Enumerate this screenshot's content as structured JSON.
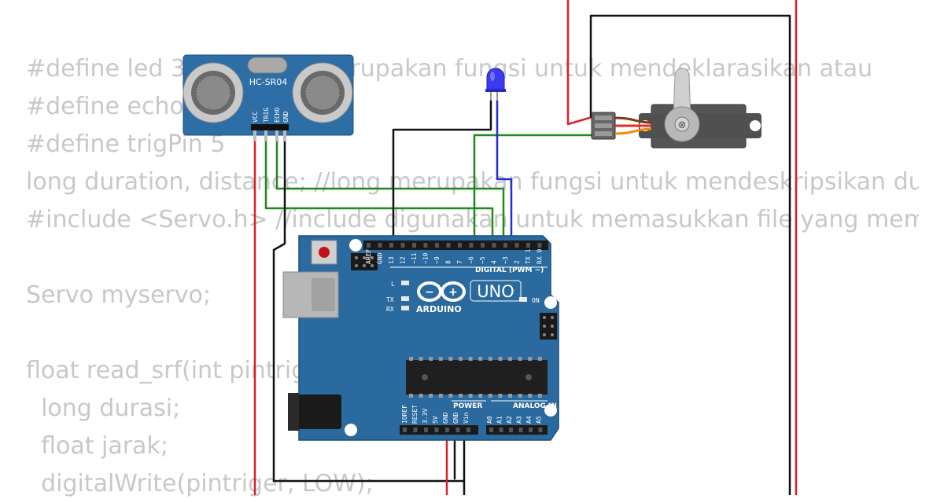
{
  "code_lines": [
    "#define led 3    //define merupakan fungsi untuk mendeklarasikan atau",
    "#define echo",
    "#define trigPin 5",
    "long duration, distance; //long merupakan fungsi untuk mendeskripsikan durasi",
    "#include <Servo.h> //include digunakan untuk memasukkan file yang memuat",
    "",
    "Servo myservo;",
    "",
    "float read_srf(int pintriger",
    "  long durasi;",
    "  float jarak;",
    "  digitalWrite(pintriger, LOW);"
  ],
  "sensor": {
    "label": "HC-SR04",
    "pins": [
      "VCC",
      "TRIG",
      "ECHO",
      "GND"
    ]
  },
  "arduino": {
    "logo_text": "UNO",
    "brand": "ARDUINO",
    "digital_label": "DIGITAL (PWM ~)",
    "digital_pins": [
      "AREF",
      "GND",
      "13",
      "12",
      "~11",
      "~10",
      "~9",
      "8",
      "7",
      "~6",
      "~5",
      "4",
      "~3",
      "2",
      "TX 1",
      "RX 0"
    ],
    "led_labels": [
      "L",
      "TX",
      "RX",
      "ON"
    ],
    "power_label": "POWER",
    "analog_label": "ANALOG IN",
    "power_pins": [
      "IOREF",
      "RESET",
      "3.3V",
      "5V",
      "GND",
      "GND",
      "Vin"
    ],
    "analog_pins": [
      "A0",
      "A1",
      "A2",
      "A3",
      "A4",
      "A5"
    ]
  },
  "colors": {
    "board": "#2b6a9e",
    "wire_red": "#d9202a",
    "wire_black": "#111111",
    "wire_green": "#1e8a1e",
    "wire_blue": "#2030d0",
    "led": "#3b3bf0",
    "code_text": "#c8c8c8"
  }
}
